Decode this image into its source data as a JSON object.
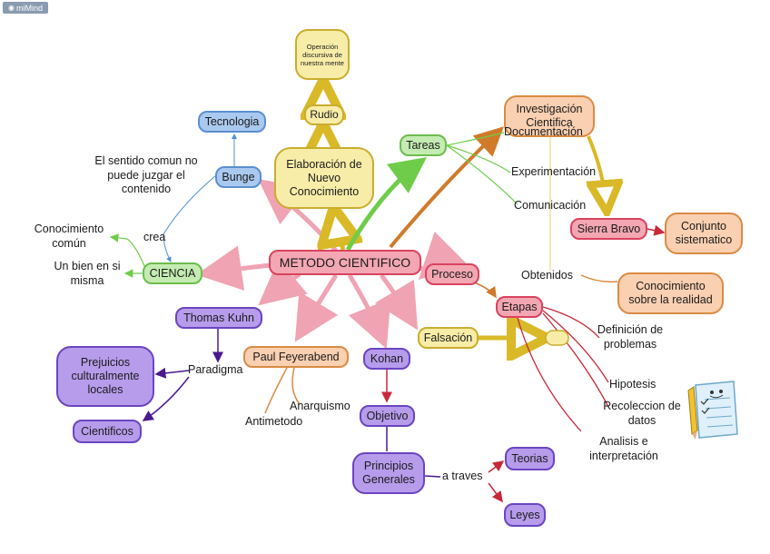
{
  "app": {
    "badge": "miMind"
  },
  "nodes": {
    "central": "METODO CIENTIFICO",
    "operacion": "Operación discursiva de nuestra mente",
    "rudio": "Rudio",
    "elaboracion": "Elaboración de Nuevo Conocimiento",
    "tecnologia": "Tecnologia",
    "bunge": "Bunge",
    "tareas": "Tareas",
    "investigacion": "Investigación Cientifica",
    "sierra_bravo": "Sierra Bravo",
    "conjunto": "Conjunto sistematico",
    "conocimiento_realidad": "Conocimiento sobre la realidad",
    "proceso": "Proceso",
    "etapas": "Etapas",
    "falsacion": "Falsación",
    "ciencia": "CIENCIA",
    "thomas_kuhn": "Thomas Kuhn",
    "prejuicios": "Prejuicios culturalmente locales",
    "cientificos": "Cientificos",
    "feyerabend": "Paul Feyerabend",
    "kohan": "Kohan",
    "objetivo": "Objetivo",
    "principios": "Principios Generales",
    "teorias": "Teorias",
    "leyes": "Leyes"
  },
  "labels": {
    "sentido_comun": "El sentido comun no puede juzgar el contenido",
    "crea": "crea",
    "conocimiento_comun": "Conocimiento común",
    "bien_en_si": "Un bien en si misma",
    "documentacion": "Documentación",
    "experimentacion": "Experimentación",
    "comunicacion": "Comunicación",
    "obtenidos": "Obtenidos",
    "definicion": "Definición de problemas",
    "hipotesis": "Hipotesis",
    "recoleccion": "Recoleccion de datos",
    "analisis": "Analisis e interpretación",
    "paradigma": "Paradigma",
    "anarquismo": "Anarquismo",
    "antimetodo": "Antimetodo",
    "a_traves": "a traves"
  },
  "colors": {
    "pink_fill": "#f3a7b3",
    "pink_border": "#d9435f",
    "yellow_fill": "#f8eda8",
    "yellow_border": "#c9ad2e",
    "blue_fill": "#aac9ef",
    "blue_border": "#5b8fd0",
    "green_fill": "#c4ecb2",
    "green_border": "#6cbd4f",
    "orange_fill": "#fad0b2",
    "orange_border": "#d98b43",
    "purple_fill": "#b79cec",
    "purple_border": "#6b45c0"
  }
}
